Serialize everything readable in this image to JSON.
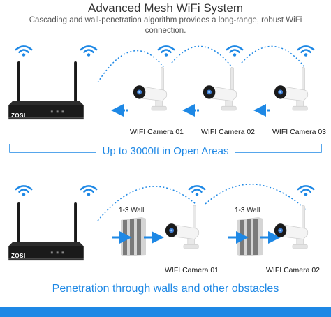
{
  "header": {
    "title": "Advanced Mesh WiFi System",
    "subtitle": "Cascading and  wall-penetration algorithm provides a long-range, robust WiFi connection."
  },
  "top_section": {
    "camera_labels": [
      "WIFI Camera 01",
      "WIFI Camera 02",
      "WIFI Camera 03"
    ],
    "range_banner": "Up to 3000ft in Open Areas"
  },
  "bottom_section": {
    "wall_labels": [
      "1-3 Wall",
      "1-3 Wall"
    ],
    "camera_labels": [
      "WIFI Camera 01",
      "WIFI Camera 02"
    ],
    "penetration_banner": "Penetration through walls and other obstacles"
  },
  "nvr": {
    "brand": "ZOSI"
  },
  "colors": {
    "accent": "#1e88e5",
    "device": "#1d1d1d",
    "camera": "#f2f2f2"
  }
}
